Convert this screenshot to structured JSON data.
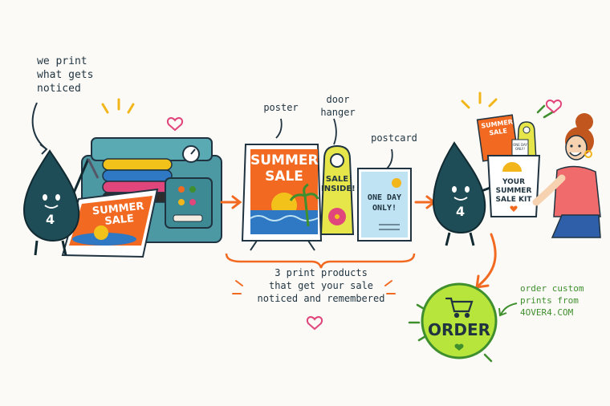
{
  "intro": {
    "line1": "we print",
    "line2": "what gets",
    "line3": "noticed"
  },
  "mascot": {
    "badge": "4"
  },
  "printer": {
    "sheet_line1": "SUMMER",
    "sheet_line2": "SALE"
  },
  "products": {
    "poster_label": "poster",
    "doorhanger_label_1": "door",
    "doorhanger_label_2": "hanger",
    "postcard_label": "postcard",
    "poster_line1": "SUMMER",
    "poster_line2": "SALE",
    "hanger_line1": "SALE",
    "hanger_line2": "INSIDE!",
    "postcard_line1": "ONE DAY",
    "postcard_line2": "ONLY!"
  },
  "caption": {
    "line1": "3 print products",
    "line2": "that get your sale",
    "line3": "noticed and remembered"
  },
  "kit": {
    "bag_line1": "YOUR",
    "bag_line2": "SUMMER",
    "bag_line3": "SALE KIT",
    "mini_poster_line1": "SUMMER",
    "mini_poster_line2": "SALE",
    "mini_card": "ONE DAY ONLY!"
  },
  "order": {
    "button_label": "ORDER",
    "note_line1": "order custom",
    "note_line2": "prints from",
    "note_line3": "4OVER4.COM"
  },
  "colors": {
    "accent_orange": "#f26a21",
    "accent_green": "#3f8f2e",
    "order_green": "#b8e53c",
    "mascot_teal": "#1e4c57",
    "ink": "#1f3340"
  },
  "icons": [
    "heart-icon",
    "cart-icon",
    "sun-icon",
    "hibiscus-icon",
    "palm-icon"
  ]
}
